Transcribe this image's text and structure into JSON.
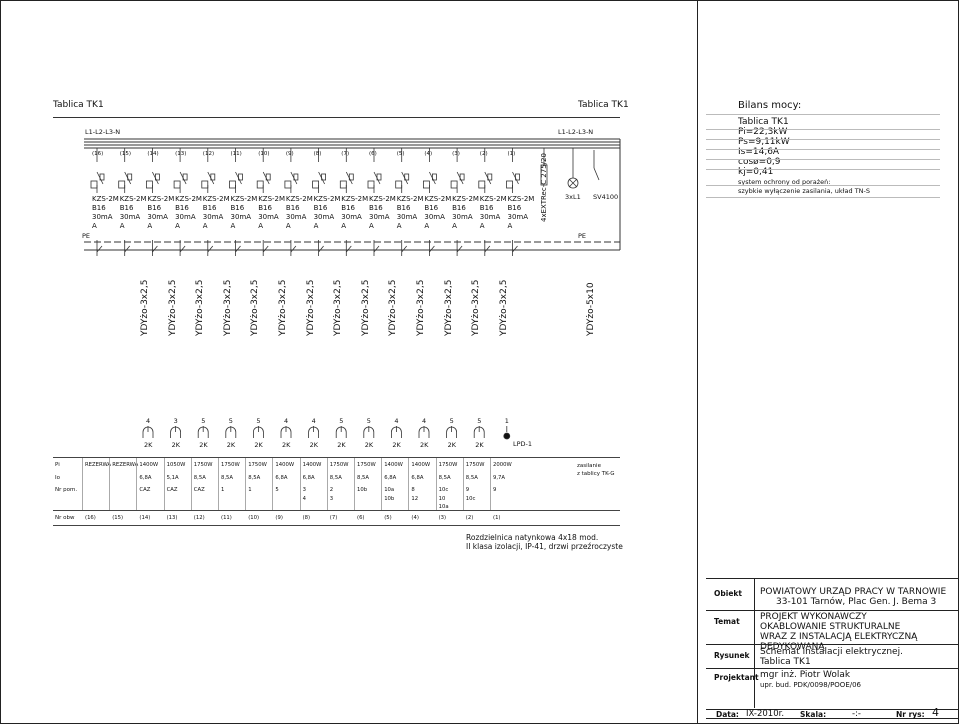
{
  "board": {
    "title_left": "Tablica TK1",
    "title_right": "Tablica TK1",
    "bus_left": "L1-L2-L3-N",
    "bus_right": "L1-L2-L3-N",
    "pe_left": "PE",
    "pe_right": "PE",
    "circuit_numbers": [
      "(16)",
      "(15)",
      "(14)",
      "(13)",
      "(12)",
      "(11)",
      "(10)",
      "(9)",
      "(8)",
      "(7)",
      "(6)",
      "(5)",
      "(4)",
      "(3)",
      "(2)",
      "(1)"
    ],
    "breaker_lines": [
      "KZS-2M",
      "B16",
      "30mA",
      "A"
    ],
    "surge": "4xEXTRec-C 275/20",
    "lamp": "3xL1",
    "switch": "SV4100",
    "cables": [
      "YDYżo-3x2,5",
      "YDYżo-3x2,5",
      "YDYżo-3x2,5",
      "YDYżo-3x2,5",
      "YDYżo-3x2,5",
      "YDYżo-3x2,5",
      "YDYżo-3x2,5",
      "YDYżo-3x2,5",
      "YDYżo-3x2,5",
      "YDYżo-3x2,5",
      "YDYżo-3x2,5",
      "YDYżo-3x2,5",
      "YDYżo-3x2,5",
      "YDYżo-3x2,5"
    ],
    "main_cable": "YDYżo-5x10",
    "socket_counts": [
      "4",
      "3",
      "5",
      "5",
      "5",
      "4",
      "4",
      "5",
      "5",
      "4",
      "4",
      "5",
      "5",
      "1"
    ],
    "socket_label": "2K",
    "lpd_label": "LPD-1"
  },
  "balance": {
    "title": "Bilans mocy:",
    "lines": [
      "Tablica TK1",
      "Pi=22,3kW",
      "Ps=9,11kW",
      "Is=14,6A",
      "cosø=0,9",
      "kj=0,41",
      "system ochrony od porażeń:",
      "szybkie wyłączenie zasilania, układ TN-S"
    ]
  },
  "table": {
    "row_labels": [
      "Pi",
      "Io",
      "Nr pom.",
      "Nr obw"
    ],
    "pi": [
      "REZERWA",
      "REZERWA",
      "1400W",
      "1050W",
      "1750W",
      "1750W",
      "1750W",
      "1400W",
      "1400W",
      "1750W",
      "1750W",
      "1400W",
      "1400W",
      "1750W",
      "1750W",
      "2000W"
    ],
    "io": [
      "",
      "",
      "6,8A",
      "5,1A",
      "8,5A",
      "8,5A",
      "8,5A",
      "6,8A",
      "6,8A",
      "8,5A",
      "8,5A",
      "6,8A",
      "6,8A",
      "8,5A",
      "8,5A",
      "9,7A"
    ],
    "room1": [
      "",
      "",
      "CAZ",
      "CAZ",
      "CAZ",
      "1",
      "1",
      "5",
      "3",
      "2",
      "10b",
      "10a",
      "8",
      "10c",
      "9",
      "9"
    ],
    "room2": [
      "",
      "",
      "",
      "",
      "",
      "",
      "",
      "",
      "4",
      "3",
      "",
      "10b",
      "12",
      "10",
      "10c",
      ""
    ],
    "room3": [
      "",
      "",
      "",
      "",
      "",
      "",
      "",
      "",
      "",
      "",
      "",
      "",
      "",
      "10a",
      "",
      ""
    ],
    "nr_obw": [
      "(16)",
      "(15)",
      "(14)",
      "(13)",
      "(12)",
      "(11)",
      "(10)",
      "(9)",
      "(8)",
      "(7)",
      "(6)",
      "(5)",
      "(4)",
      "(3)",
      "(2)",
      "(1)"
    ],
    "supply_line1": "zasilanie",
    "supply_line2": "z tablicy TK-G"
  },
  "notes": {
    "line1": "Rozdzielnica natynkowa 4x18 mod.",
    "line2": "II klasa izolacji, IP-41, drzwi przeźroczyste"
  },
  "title_block": {
    "obiekt_label": "Obiekt",
    "obiekt_1": "POWIATOWY URZĄD PRACY W TARNOWIE",
    "obiekt_2": "33-101 Tarnów, Plac Gen. J. Bema 3",
    "temat_label": "Temat",
    "temat_1": "PROJEKT WYKONAWCZY",
    "temat_2": "OKABLOWANIE STRUKTURALNE",
    "temat_3": "WRAZ Z INSTALACJĄ ELEKTRYCZNĄ DEDYKOWANĄ",
    "rysunek_label": "Rysunek",
    "rysunek_1": "Schemat instalacji elektrycznej.",
    "rysunek_2": "Tablica TK1",
    "projektant_label": "Projektant",
    "projektant_1": "mgr inż. Piotr Wolak",
    "projektant_2": "upr. bud. PDK/0098/POOE/06",
    "data_label": "Data:",
    "data_val": "IX-2010r.",
    "skala_label": "Skala:",
    "skala_val": "-:-",
    "nr_label": "Nr rys:",
    "nr_val": "4"
  }
}
